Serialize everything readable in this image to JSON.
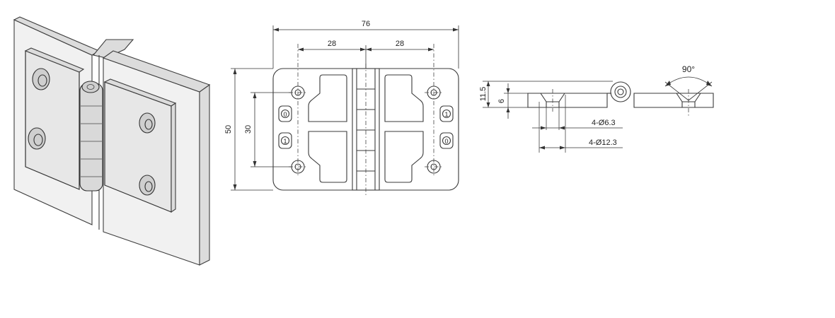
{
  "dimensions": {
    "overall_width": "76",
    "half_width_left": "28",
    "half_width_right": "28",
    "overall_height": "50",
    "hole_spacing": "30",
    "thickness_total": "11.5",
    "plate_thickness": "6",
    "hole_small": "4-Ø6.3",
    "hole_large": "4-Ø12.3",
    "open_angle": "90°"
  },
  "symbols": {
    "zero_mark": "0",
    "one_mark": "1"
  }
}
